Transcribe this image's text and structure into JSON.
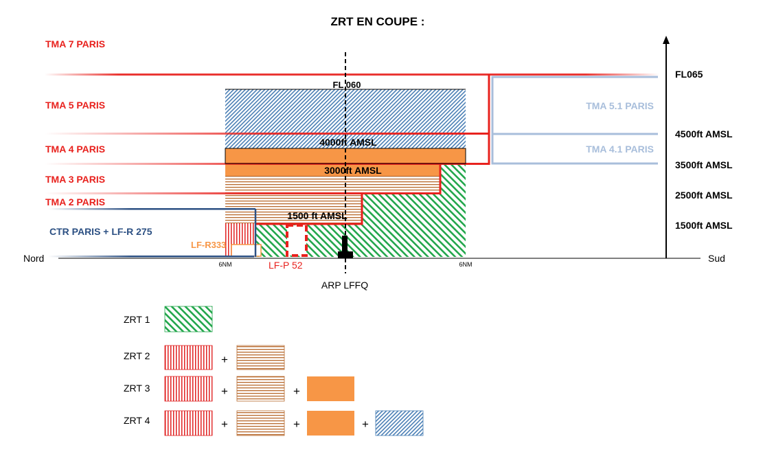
{
  "title": "ZRT EN COUPE :",
  "colors": {
    "red": "#e8211d",
    "blue_dark": "#2c5083",
    "blue_light": "#a8bedb",
    "orange": "#f79646",
    "green": "#22a64b",
    "brown": "#b86a2e",
    "black": "#000000"
  },
  "left_labels": {
    "tma7": "TMA 7 PARIS",
    "tma5": "TMA 5 PARIS",
    "tma4": "TMA 4 PARIS",
    "tma3": "TMA 3 PARIS",
    "tma2": "TMA 2 PARIS",
    "ctr": "CTR PARIS + LF-R 275"
  },
  "right_tma": {
    "tma51": "TMA 5.1 PARIS",
    "tma41": "TMA 4.1 PARIS"
  },
  "altitudes": {
    "fl065": "FL065",
    "a4500": "4500ft AMSL",
    "a3500": "3500ft AMSL",
    "a2500": "2500ft AMSL",
    "a1500": "1500ft AMSL"
  },
  "inner_labels": {
    "fl060": "FL 060",
    "a4000": "4000ft AMSL",
    "a3000": "3000ft AMSL",
    "a1500": "1500 ft AMSL"
  },
  "ground": {
    "nord": "Nord",
    "sud": "Sud",
    "nm_left": "6NM",
    "nm_right": "6NM",
    "lf_r333": "LF-R333",
    "lf_p52": "LF-P 52",
    "arp": "ARP LFFQ"
  },
  "legend": {
    "plus": "+",
    "rows": [
      {
        "label": "ZRT 1",
        "swatches": [
          "green-diag"
        ]
      },
      {
        "label": "ZRT 2",
        "swatches": [
          "red-vert",
          "brown-horiz"
        ]
      },
      {
        "label": "ZRT 3",
        "swatches": [
          "red-vert",
          "brown-horiz",
          "orange-solid"
        ]
      },
      {
        "label": "ZRT 4",
        "swatches": [
          "red-vert",
          "brown-horiz",
          "orange-solid",
          "blue-diag"
        ]
      }
    ]
  }
}
